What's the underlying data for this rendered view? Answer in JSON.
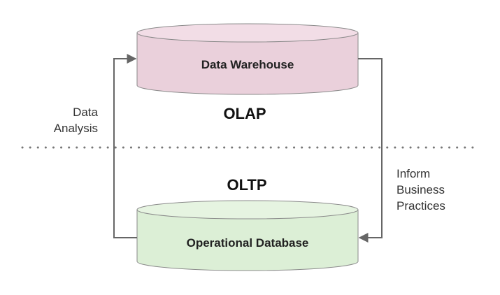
{
  "diagram": {
    "top_cylinder": {
      "label": "Data Warehouse",
      "fill": "#ead0db",
      "stroke": "#8a8a8a"
    },
    "bottom_cylinder": {
      "label": "Operational Database",
      "fill": "#dcefd6",
      "stroke": "#8a8a8a"
    },
    "layers": {
      "upper": "OLAP",
      "lower": "OLTP"
    },
    "left_arrow": {
      "label_line1": "Data",
      "label_line2": "Analysis"
    },
    "right_arrow": {
      "label_line1": "Inform",
      "label_line2": "Business",
      "label_line3": "Practices"
    },
    "divider": {
      "style": "dotted"
    }
  }
}
